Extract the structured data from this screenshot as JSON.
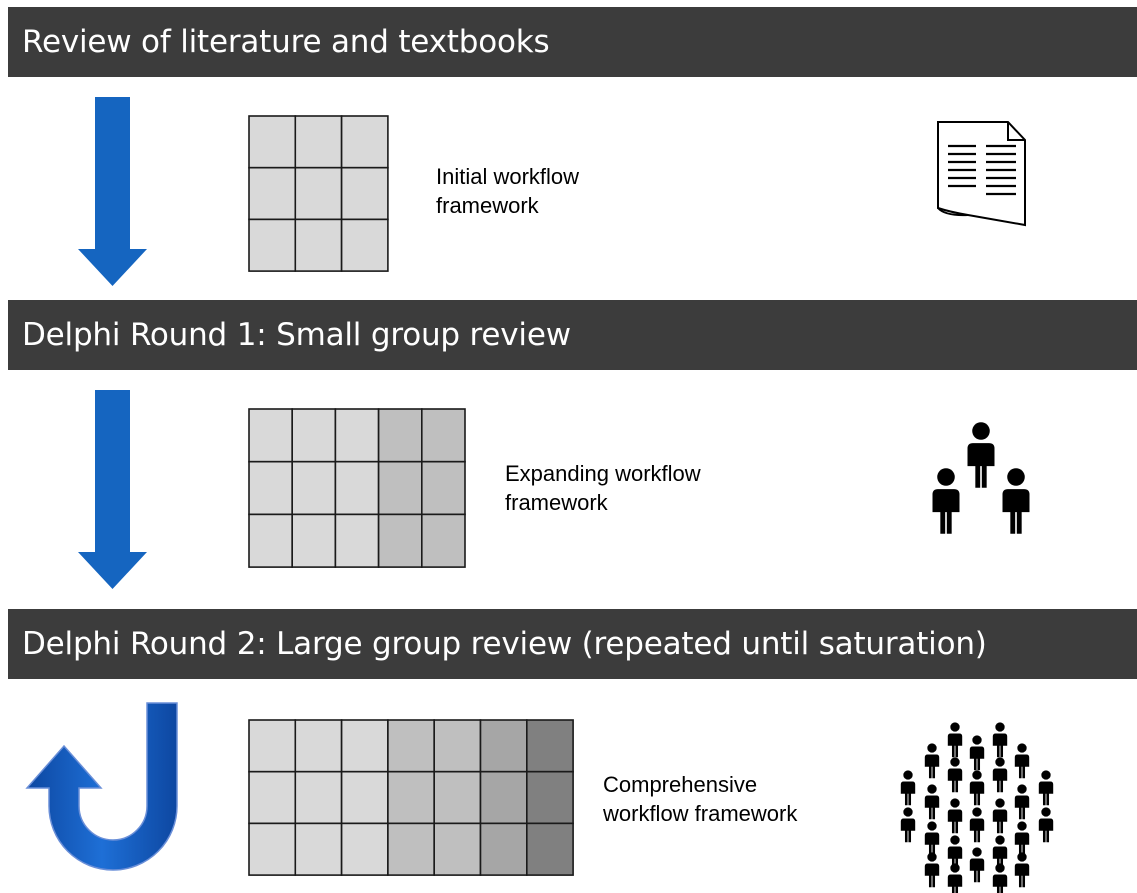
{
  "stages": [
    {
      "title": "Review of literature and textbooks",
      "label_line1": "Initial workflow",
      "label_line2": "framework",
      "grid": {
        "rows": 3,
        "cols": 3,
        "shades": [
          "#d9d9d9",
          "#d9d9d9",
          "#d9d9d9"
        ]
      },
      "icon": "document-icon"
    },
    {
      "title": "Delphi Round 1: Small group review",
      "label_line1": "Expanding workflow",
      "label_line2": "framework",
      "grid": {
        "rows": 3,
        "cols": 5,
        "shades": [
          "#d9d9d9",
          "#d9d9d9",
          "#d9d9d9",
          "#bfbfbf",
          "#bfbfbf"
        ]
      },
      "icon": "small-group-icon"
    },
    {
      "title": "Delphi Round 2: Large group review (repeated until saturation)",
      "label_line1": "Comprehensive",
      "label_line2": "workflow framework",
      "grid": {
        "rows": 3,
        "cols": 7,
        "shades": [
          "#d9d9d9",
          "#d9d9d9",
          "#d9d9d9",
          "#bfbfbf",
          "#bfbfbf",
          "#a6a6a6",
          "#808080"
        ]
      },
      "icon": "large-group-icon"
    }
  ],
  "colors": {
    "banner_bg": "#3c3c3c",
    "banner_text": "#ffffff",
    "arrow": "#1565c0",
    "grid_line": "#1a1a1a",
    "icon": "#000000"
  }
}
